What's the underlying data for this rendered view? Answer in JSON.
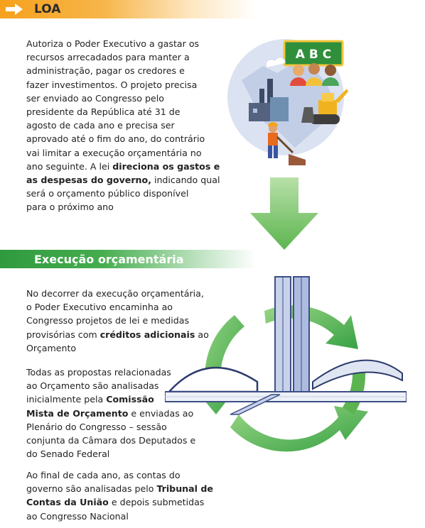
{
  "loa": {
    "title": "LOA",
    "body_lines": [
      "Autoriza o Poder Executivo a gastar os",
      "recursos arrecadados para manter a",
      "administração, pagar os credores e",
      "fazer investimentos. O projeto precisa",
      "ser enviado ao Congresso pelo",
      "presidente da República até 31 de",
      "agosto de cada ano e precisa ser",
      "aprovado até o fim do ano, do contrário",
      "vai limitar a execução orçamentária no",
      "ano seguinte. A lei "
    ],
    "bold_1": "direciona os gastos e",
    "bold_2": "as despesas do governo,",
    "tail_1": " indicando qual",
    "tail_lines": [
      "será o orçamento público disponível",
      "para o próximo ano"
    ],
    "board_text": "A B C"
  },
  "execucao": {
    "title": "Execução orçamentária",
    "p1": {
      "lines": [
        "No decorrer da execução orçamentária,",
        "o Poder Executivo encaminha ao",
        "Congresso projetos de lei e medidas",
        "provisórias com "
      ],
      "bold": "créditos adicionais",
      "after_bold": " ao",
      "last": "Orçamento"
    },
    "p2": {
      "lines": [
        "Todas as propostas relacionadas",
        "ao Orçamento são analisadas",
        "inicialmente pela "
      ],
      "bold_a": "Comissão",
      "bold_b": "Mista de Orçamento",
      "after_bold": " e enviadas ao",
      "rest": [
        "Plenário do Congresso – sessão",
        "conjunta da Câmara dos Deputados e",
        "do Senado Federal"
      ]
    },
    "p3": {
      "line1": "Ao final de cada ano, as contas do",
      "line2_pre": "governo são analisadas pelo ",
      "bold_a": "Tribunal de",
      "bold_b": "Contas da União",
      "after_bold": " e depois submetidas",
      "last": "ao Congresso Nacional"
    }
  },
  "colors": {
    "orange": "#f6a11c",
    "green": "#3aa346",
    "light_green": "#8fd07f",
    "circle_blue": "#dbe2f1"
  }
}
